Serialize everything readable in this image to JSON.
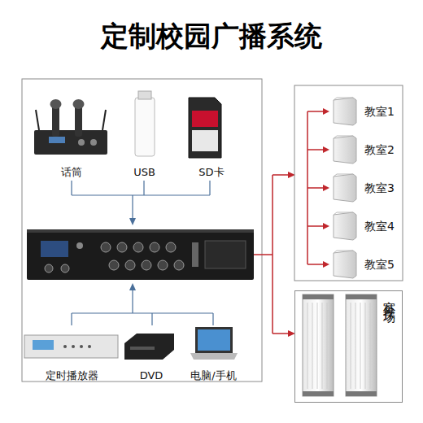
{
  "diagram": {
    "title": "定制校园广播系统",
    "nodes": [
      {
        "text": [
          "话筒"
        ]
      },
      {
        "text": [
          "USB"
        ]
      },
      {
        "text": [
          "SD卡"
        ]
      },
      {
        "text": [
          "定时播放器"
        ]
      },
      {
        "text": [
          "DVD"
        ]
      },
      {
        "text": [
          "电脑/手机"
        ]
      },
      {
        "text": [
          "教室1"
        ]
      },
      {
        "text": [
          "教室2"
        ]
      },
      {
        "text": [
          "教室3"
        ]
      },
      {
        "text": [
          "教室4"
        ]
      },
      {
        "text": [
          "教室5"
        ]
      },
      {
        "text": [
          "室外操场"
        ]
      }
    ]
  }
}
